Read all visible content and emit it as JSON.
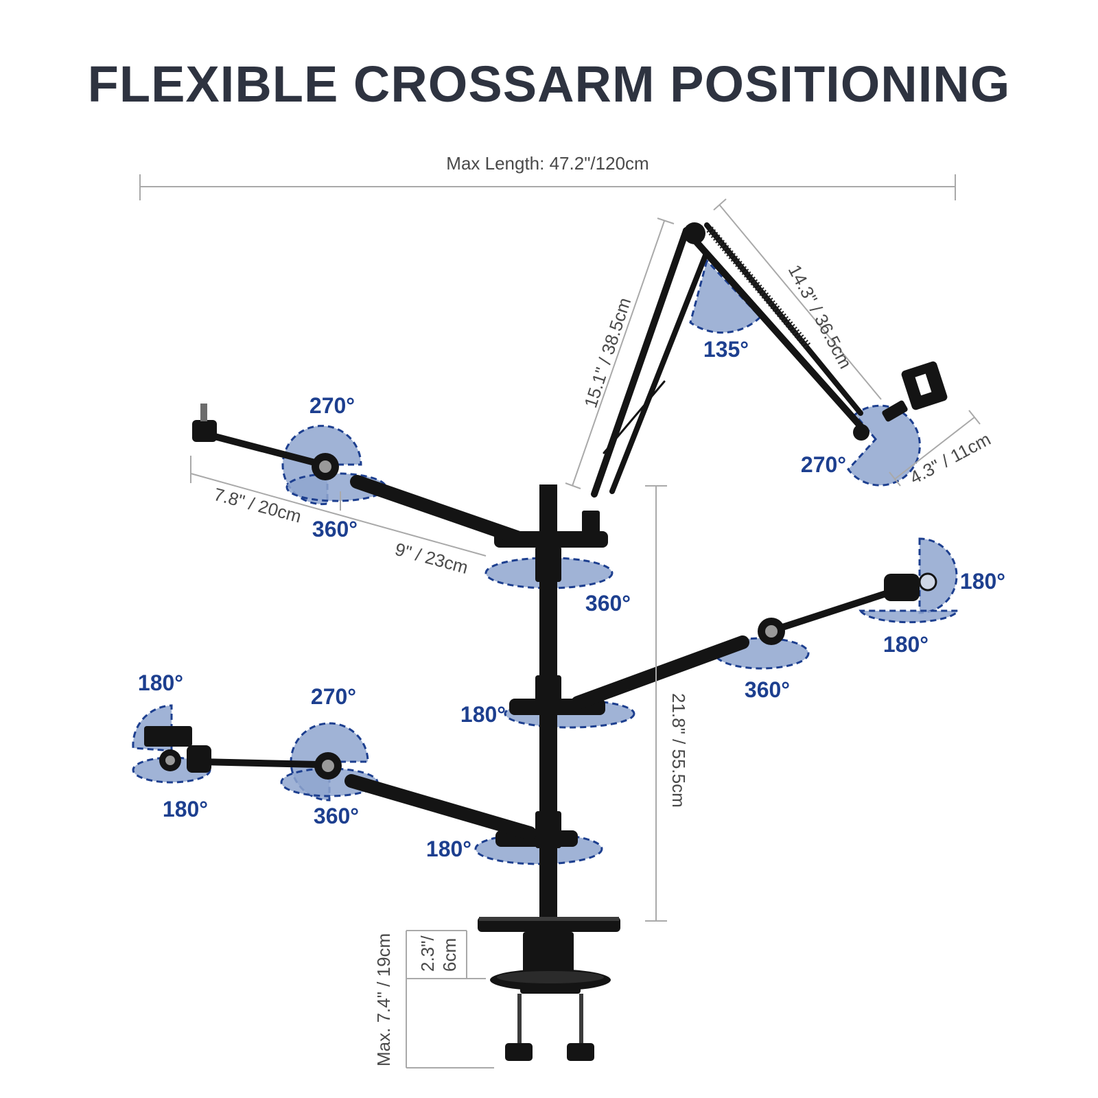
{
  "title": "FLEXIBLE CROSSARM POSITIONING",
  "dimensions": {
    "max_length": "Max Length: 47.2\"/120cm",
    "boom_lower": "15.1\" / 38.5cm",
    "boom_upper": "14.3\" / 36.5cm",
    "clip": "4.3\" / 11cm",
    "arm_short": "7.8\" / 20cm",
    "arm_long": "9\" / 23cm",
    "pole": "21.8\" / 55.5cm",
    "clamp_gap": "2.3\"/",
    "clamp_gap_cm": "6cm",
    "clamp_max": "Max. 7.4\" / 19cm"
  },
  "angles": {
    "boom_elbow": "135°",
    "boom_tip": "270°",
    "upper_left_top": "270°",
    "upper_left_bottom": "360°",
    "upper_center": "360°",
    "right_tip_side": "180°",
    "right_tip_bottom": "180°",
    "right_elbow": "360°",
    "right_base": "180°",
    "lower_left_tip_top": "180°",
    "lower_left_tip_bottom": "180°",
    "lower_left_elbow_top": "270°",
    "lower_left_elbow_bottom": "360°",
    "lower_base": "180°"
  },
  "colors": {
    "title": "#2e3340",
    "angle_text": "#1d3f8f",
    "rotation_fill": "#8fa6cf",
    "hardware": "#141414"
  }
}
